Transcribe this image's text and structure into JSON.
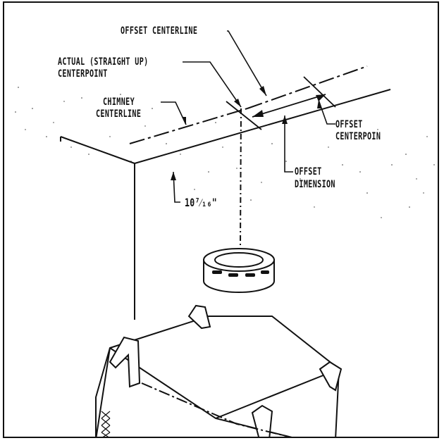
{
  "labels": {
    "offset_centerline": "OFFSET CENTERLINE",
    "actual_centerpoint_line1": "ACTUAL (STRAIGHT UP)",
    "actual_centerpoint_line2": "CENTERPOINT",
    "chimney_centerline_line1": "CHIMNEY",
    "chimney_centerline_line2": "CENTERLINE",
    "offset_centerpoint_line1": "OFFSET",
    "offset_centerpoint_line2": "CENTERPOIN",
    "offset_dimension_line1": "OFFSET",
    "offset_dimension_line2": "DIMENSION",
    "dimension_value": "10⁷⁄₁₆\""
  },
  "colors": {
    "ink": "#111111",
    "background": "#ffffff"
  }
}
